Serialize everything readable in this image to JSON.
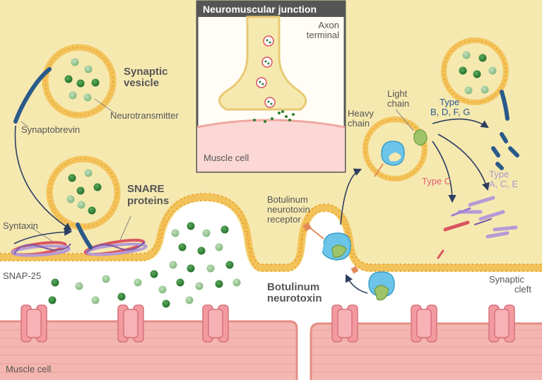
{
  "inset": {
    "title": "Neuromuscular junction",
    "axon_label_1": "Axon",
    "axon_label_2": "terminal",
    "muscle_label": "Muscle cell"
  },
  "labels": {
    "synaptic_vesicle_1": "Synaptic",
    "synaptic_vesicle_2": "vesicle",
    "neurotransmitter": "Neurotransmitter",
    "synaptobrevin": "Synaptobrevin",
    "snare_1": "SNARE",
    "snare_2": "proteins",
    "syntaxin": "Syntaxin",
    "snap25": "SNAP-25",
    "muscle_cell": "Muscle cell",
    "receptor_1": "Botulinum",
    "receptor_2": "neurotoxin",
    "receptor_3": "receptor",
    "toxin_1": "Botulinum",
    "toxin_2": "neurotoxin",
    "heavy_1": "Heavy",
    "heavy_2": "chain",
    "light_1": "Light",
    "light_2": "chain",
    "type_c": "Type C",
    "type_bdfg_1": "Type",
    "type_bdfg_2": "B, D, F, G",
    "type_ace_1": "Type",
    "type_ace_2": "A, C, E",
    "cleft_1": "Synaptic",
    "cleft_2": "cleft"
  },
  "colors": {
    "neuron_fill": "#f6e9b0",
    "membrane": "#f3c35b",
    "membrane_dots": "#e8a02a",
    "muscle_fill": "#f4b6b0",
    "muscle_stripe": "#e48d86",
    "receptor": "#f39aa0",
    "toxin_heavy": "#6cc4e8",
    "toxin_light": "#9ec46a",
    "nt_dark": "#2e7d32",
    "nt_light": "#8fc58a",
    "arrow": "#2c3e60",
    "syntaxin_red": "#d9545f",
    "snap_purple": "#b59ad6",
    "synaptobrevin_blue": "#2a5a8a"
  }
}
